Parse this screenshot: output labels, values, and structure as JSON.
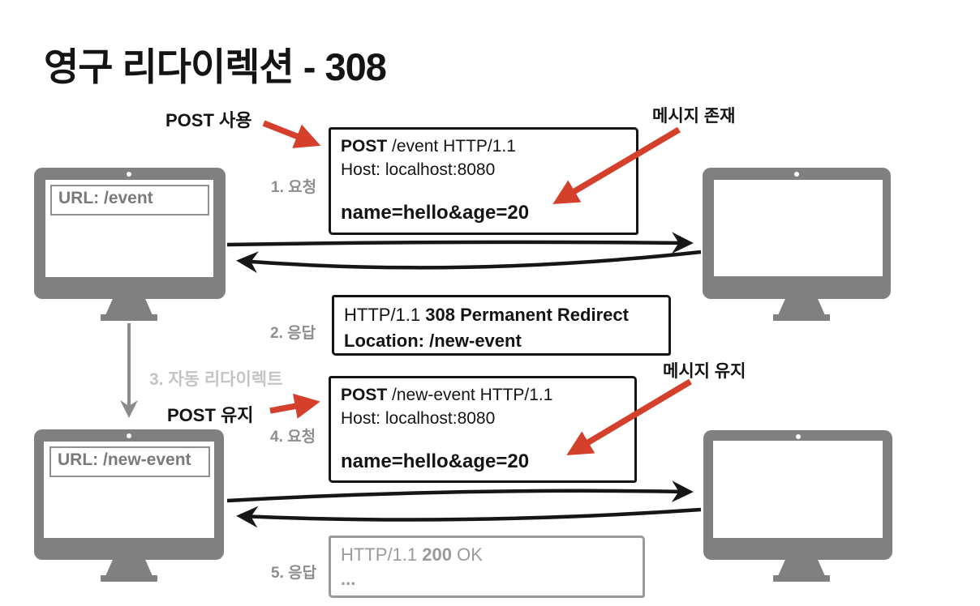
{
  "title": "영구 리다이렉션 - 308",
  "annotations": {
    "post_use": "POST 사용",
    "message_exists": "메시지 존재",
    "post_keep": "POST 유지",
    "message_keep": "메시지 유지"
  },
  "steps": {
    "step1": "1. 요청",
    "step2": "2. 응답",
    "step3": "3. 자동 리다이렉트",
    "step4": "4. 요청",
    "step5": "5. 응답"
  },
  "clients": {
    "top": {
      "url_label": "URL: /event"
    },
    "bottom": {
      "url_label": "URL: /new-event"
    }
  },
  "boxes": {
    "request1": {
      "method": "POST",
      "path_proto": "/event HTTP/1.1",
      "host": "Host: localhost:8080",
      "body": "name=hello&age=20"
    },
    "response1": {
      "proto": "HTTP/1.1",
      "status": "308 Permanent Redirect",
      "location": "Location: /new-event"
    },
    "request2": {
      "method": "POST",
      "path_proto": "/new-event HTTP/1.1",
      "host": "Host: localhost:8080",
      "body": "name=hello&age=20"
    },
    "response2": {
      "proto": "HTTP/1.1",
      "status": "200",
      "status_text": "OK",
      "ellipsis": "..."
    }
  },
  "icons": {
    "monitor_top_left": "client-monitor",
    "monitor_top_right": "server-monitor",
    "monitor_bottom_left": "client-monitor",
    "monitor_bottom_right": "server-monitor"
  },
  "colors": {
    "accent_red": "#d4402c",
    "monitor_gray": "#808080",
    "step_label_gray": "#8e8e8e",
    "light_label_gray": "#c4c4c4",
    "box_border_black": "#151515",
    "muted_box_gray": "#9a9a9a"
  }
}
